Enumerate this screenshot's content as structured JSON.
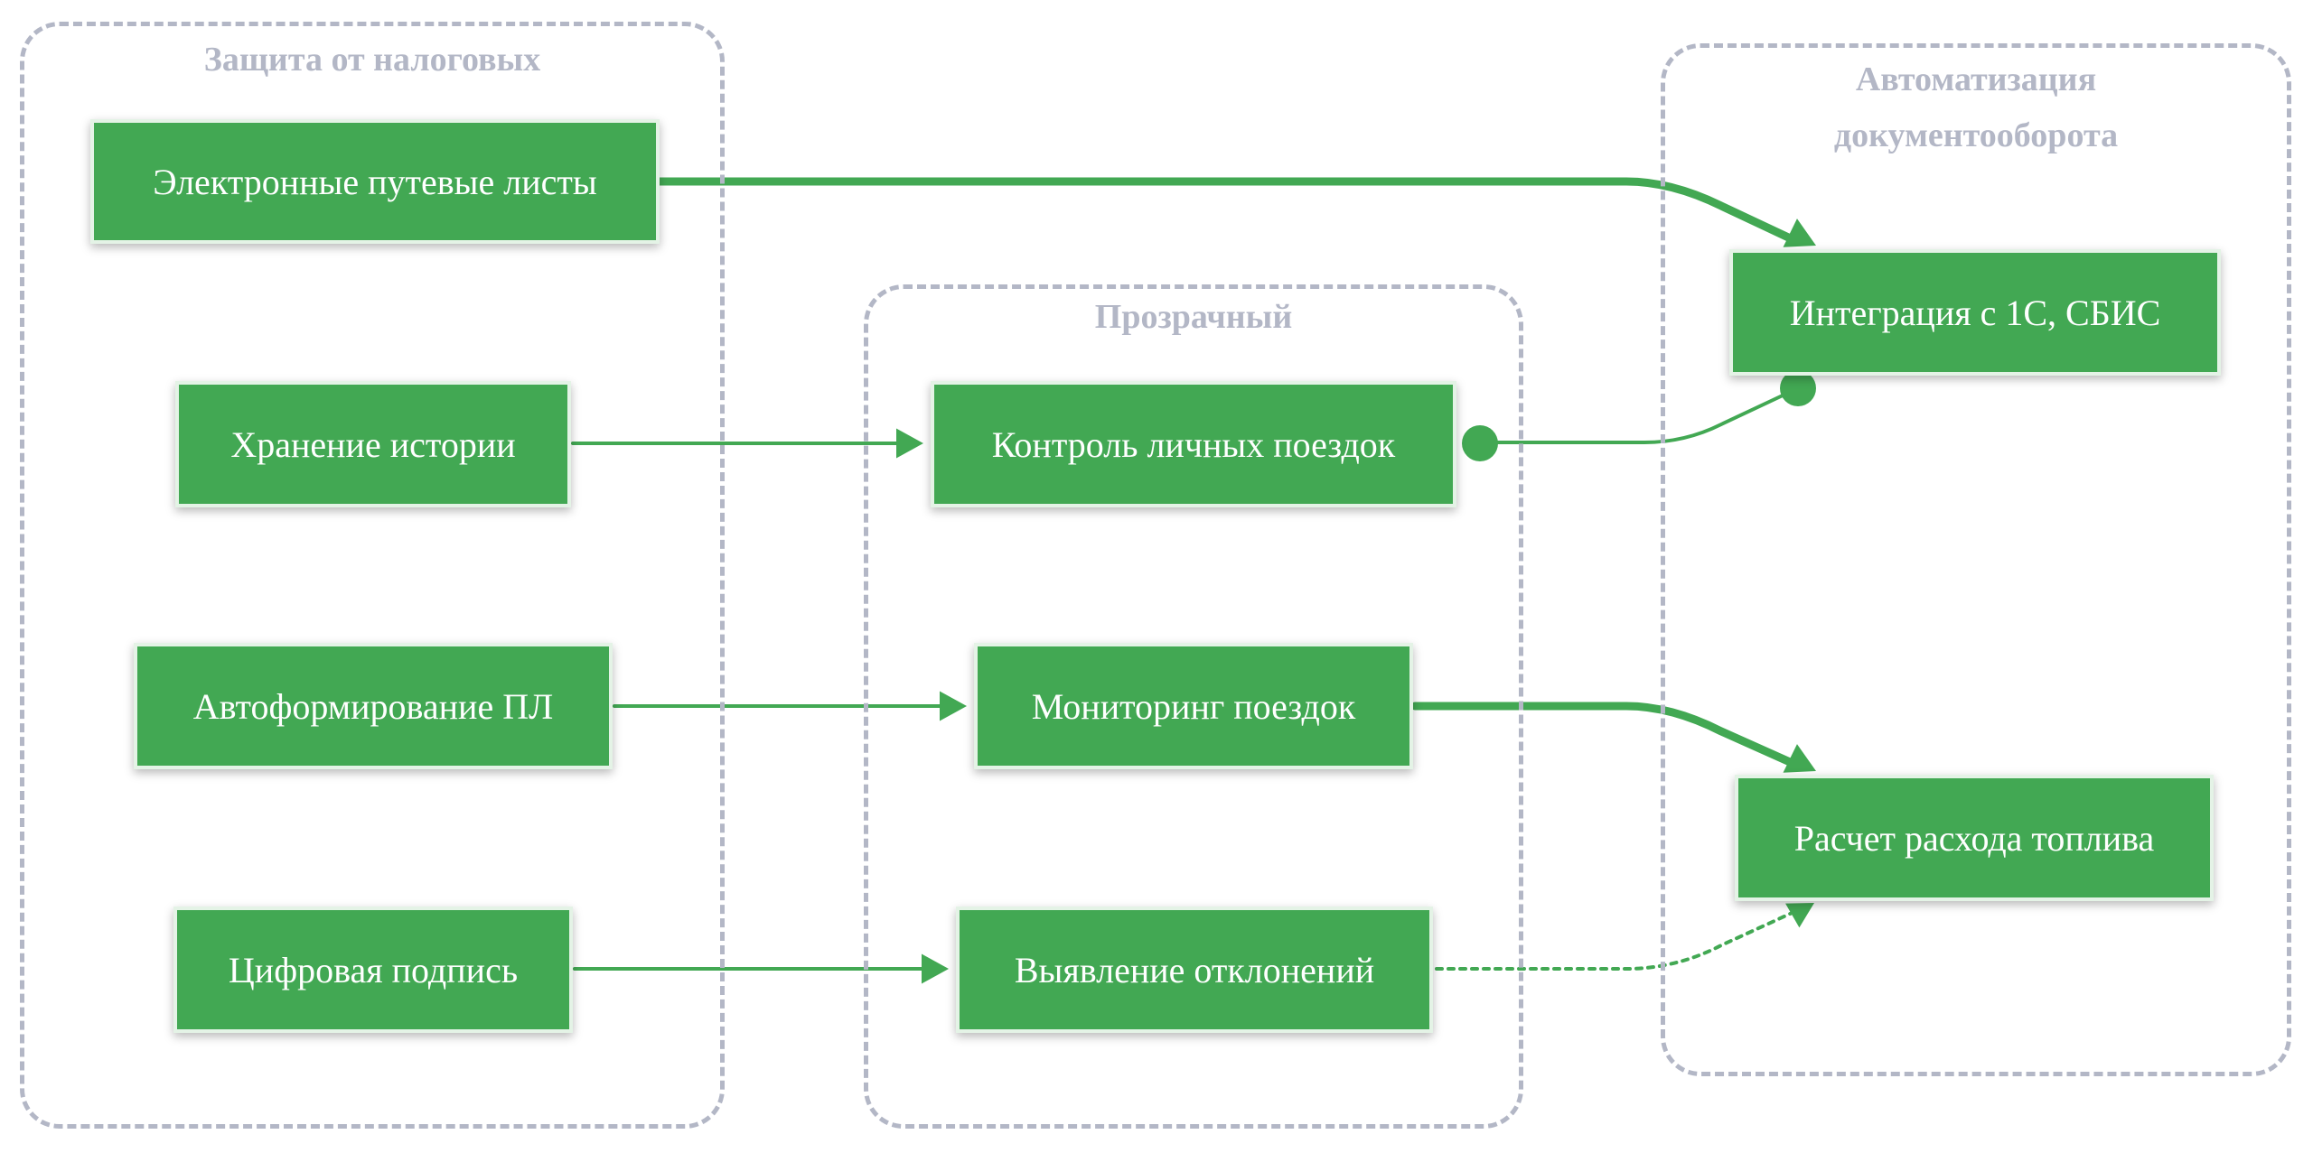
{
  "groups": [
    {
      "id": "g1",
      "title": "Защита от налоговых"
    },
    {
      "id": "g2",
      "title": "Прозрачный"
    },
    {
      "id": "g3",
      "title": "Автоматизация\nдокументооборота"
    }
  ],
  "nodes": [
    {
      "id": "n1",
      "label": "Электронные путевые листы"
    },
    {
      "id": "n2",
      "label": "Хранение истории"
    },
    {
      "id": "n3",
      "label": "Автоформирование ПЛ"
    },
    {
      "id": "n4",
      "label": "Цифровая подпись"
    },
    {
      "id": "n5",
      "label": "Контроль личных поездок"
    },
    {
      "id": "n6",
      "label": "Мониторинг поездок"
    },
    {
      "id": "n7",
      "label": "Выявление отклонений"
    },
    {
      "id": "n8",
      "label": "Интеграция с 1С, СБИС"
    },
    {
      "id": "n9",
      "label": "Расчет расхода топлива"
    }
  ],
  "edges": [
    {
      "from": "n1",
      "to": "n8",
      "style": "thick",
      "head": "arrow"
    },
    {
      "from": "n2",
      "to": "n5",
      "style": "thin",
      "head": "arrow"
    },
    {
      "from": "n3",
      "to": "n6",
      "style": "thin",
      "head": "arrow"
    },
    {
      "from": "n4",
      "to": "n7",
      "style": "thin",
      "head": "arrow"
    },
    {
      "from": "n5",
      "to": "n8",
      "style": "thin",
      "head": "dot",
      "tail": "dot"
    },
    {
      "from": "n6",
      "to": "n9",
      "style": "thick",
      "head": "arrow"
    },
    {
      "from": "n7",
      "to": "n9",
      "style": "dotted",
      "head": "arrow"
    }
  ],
  "colors": {
    "node_fill": "#42a853",
    "node_border": "#e4f3e6",
    "edge": "#42a853",
    "group_border": "#b3b7c6",
    "group_title": "#b3b7c6"
  }
}
